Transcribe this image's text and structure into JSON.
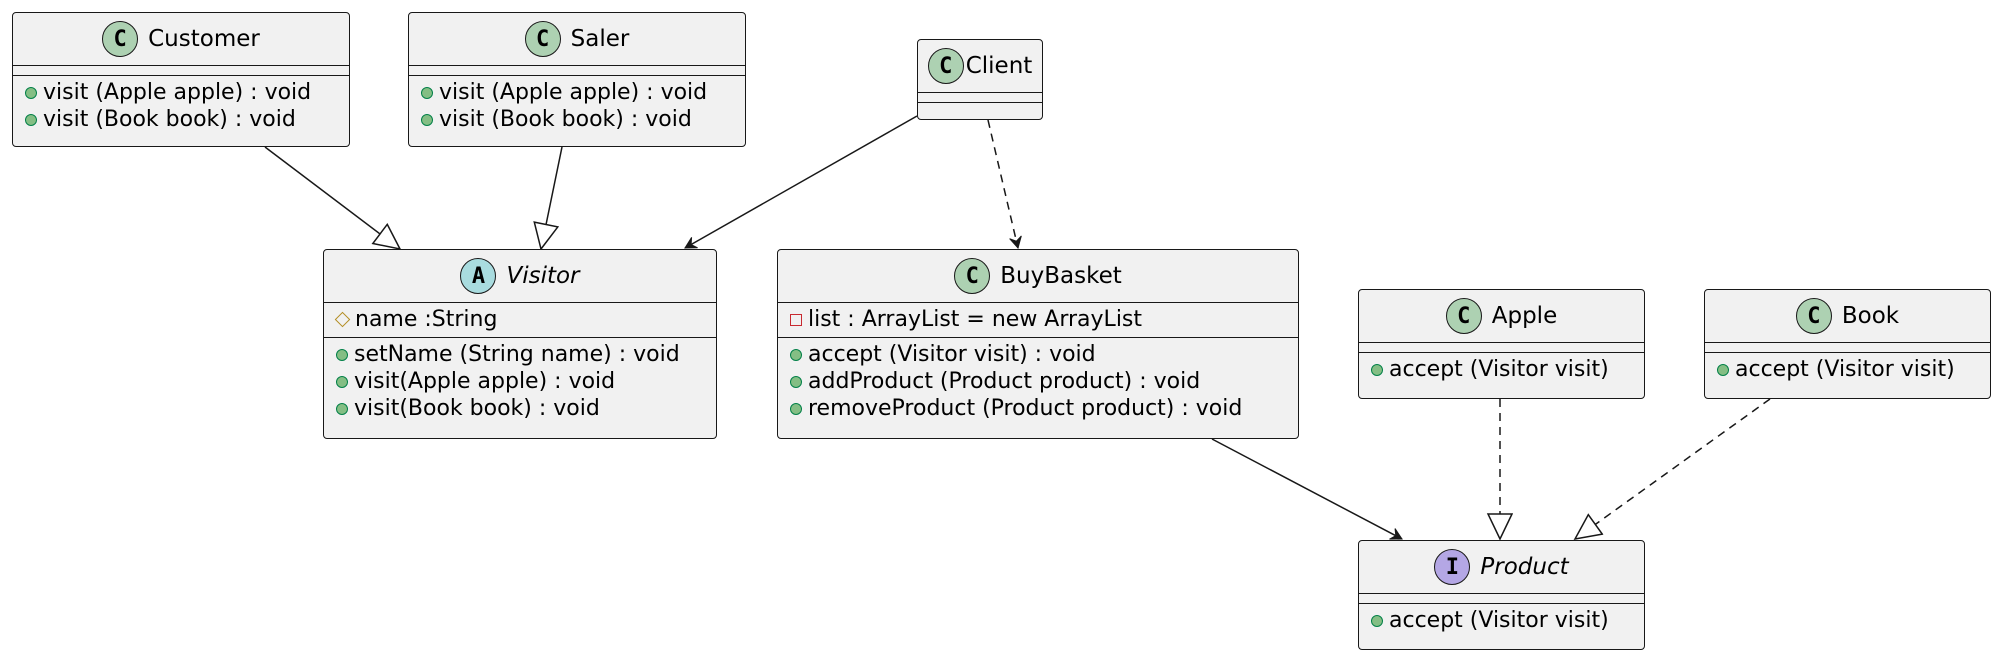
{
  "diagram": {
    "classes": {
      "customer": {
        "name": "Customer",
        "badge": "C",
        "methods": [
          "visit (Apple apple) : void",
          "visit (Book book) : void"
        ]
      },
      "saler": {
        "name": "Saler",
        "badge": "C",
        "methods": [
          "visit (Apple apple) : void",
          "visit (Book book) : void"
        ]
      },
      "client": {
        "name": "Client",
        "badge": "C"
      },
      "visitor": {
        "name": "Visitor",
        "badge": "A",
        "fields": [
          "name :String"
        ],
        "methods": [
          "setName (String name) : void",
          "visit(Apple apple) : void",
          "visit(Book book) : void"
        ]
      },
      "buybasket": {
        "name": "BuyBasket",
        "badge": "C",
        "fields": [
          "list : ArrayList = new ArrayList"
        ],
        "methods": [
          "accept (Visitor visit) : void",
          "addProduct (Product product) : void",
          "removeProduct (Product product) : void"
        ]
      },
      "apple": {
        "name": "Apple",
        "badge": "C",
        "methods": [
          "accept (Visitor visit)"
        ]
      },
      "book": {
        "name": "Book",
        "badge": "C",
        "methods": [
          "accept (Visitor visit)"
        ]
      },
      "product": {
        "name": "Product",
        "badge": "I",
        "methods": [
          "accept (Visitor visit)"
        ]
      }
    },
    "relations": [
      {
        "from": "Customer",
        "to": "Visitor",
        "type": "generalization"
      },
      {
        "from": "Saler",
        "to": "Visitor",
        "type": "generalization"
      },
      {
        "from": "Client",
        "to": "Visitor",
        "type": "association"
      },
      {
        "from": "Client",
        "to": "BuyBasket",
        "type": "dependency"
      },
      {
        "from": "BuyBasket",
        "to": "Product",
        "type": "association"
      },
      {
        "from": "Apple",
        "to": "Product",
        "type": "realization"
      },
      {
        "from": "Book",
        "to": "Product",
        "type": "realization"
      }
    ],
    "colors": {
      "class_fill": "#f1f1f1",
      "border": "#181818",
      "class_badge": "#add1b2",
      "abstract_badge": "#a9dcdf",
      "interface_badge": "#b4a7e5",
      "public_marker": "#84be84",
      "private_marker": "#c82930",
      "protected_marker": "#b38d22"
    }
  }
}
